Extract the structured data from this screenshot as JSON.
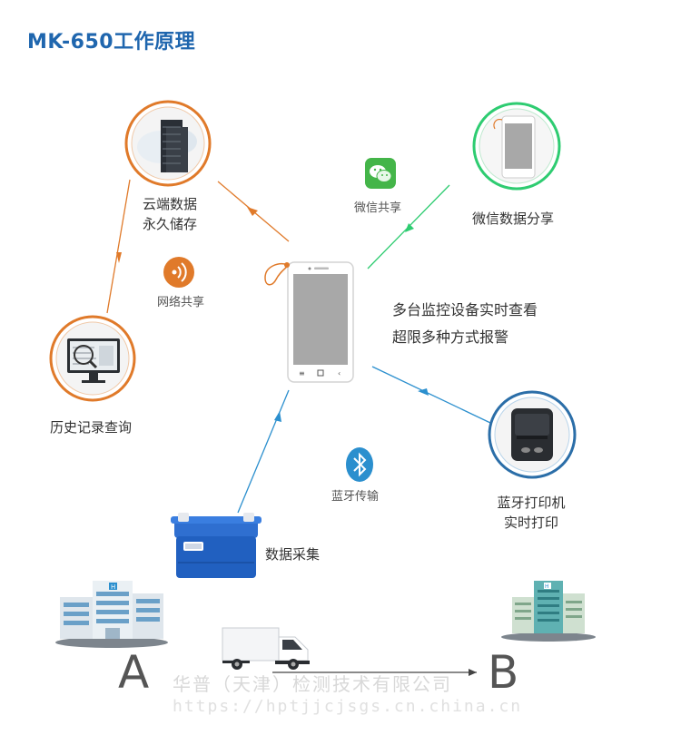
{
  "title": "MK-650工作原理",
  "nodes": {
    "cloud": {
      "line1": "云端数据",
      "line2": "永久储存",
      "icon": "server-rack-icon"
    },
    "history": {
      "label": "历史记录查询",
      "icon": "monitor-chart-icon"
    },
    "wechat_share": {
      "label": "微信数据分享",
      "icon": "smartphone-icon"
    },
    "printer": {
      "line1": "蓝牙打印机",
      "line2": "实时打印",
      "icon": "thermal-printer-icon"
    },
    "collector": {
      "label": "数据采集",
      "icon": "cooler-box-icon"
    }
  },
  "channels": {
    "wechat": {
      "label": "微信共享",
      "icon": "wechat-icon",
      "color": "#44b549"
    },
    "network": {
      "label": "网络共享",
      "icon": "wireless-signal-icon",
      "color": "#e07a2a"
    },
    "bluetooth": {
      "label": "蓝牙传输",
      "icon": "bluetooth-icon",
      "color": "#2b8fce"
    }
  },
  "phone_text": {
    "line1": "多台监控设备实时查看",
    "line2": "超限多种方式报警"
  },
  "locations": {
    "a": "A",
    "b": "B"
  },
  "watermark": {
    "company": "华普（天津）检测技术有限公司",
    "url": "https://hptjjcjsgs.cn.china.cn"
  },
  "colors": {
    "orange": "#e07a2a",
    "green": "#2ecc71",
    "blue": "#2b8fce",
    "title": "#1f66ae"
  }
}
